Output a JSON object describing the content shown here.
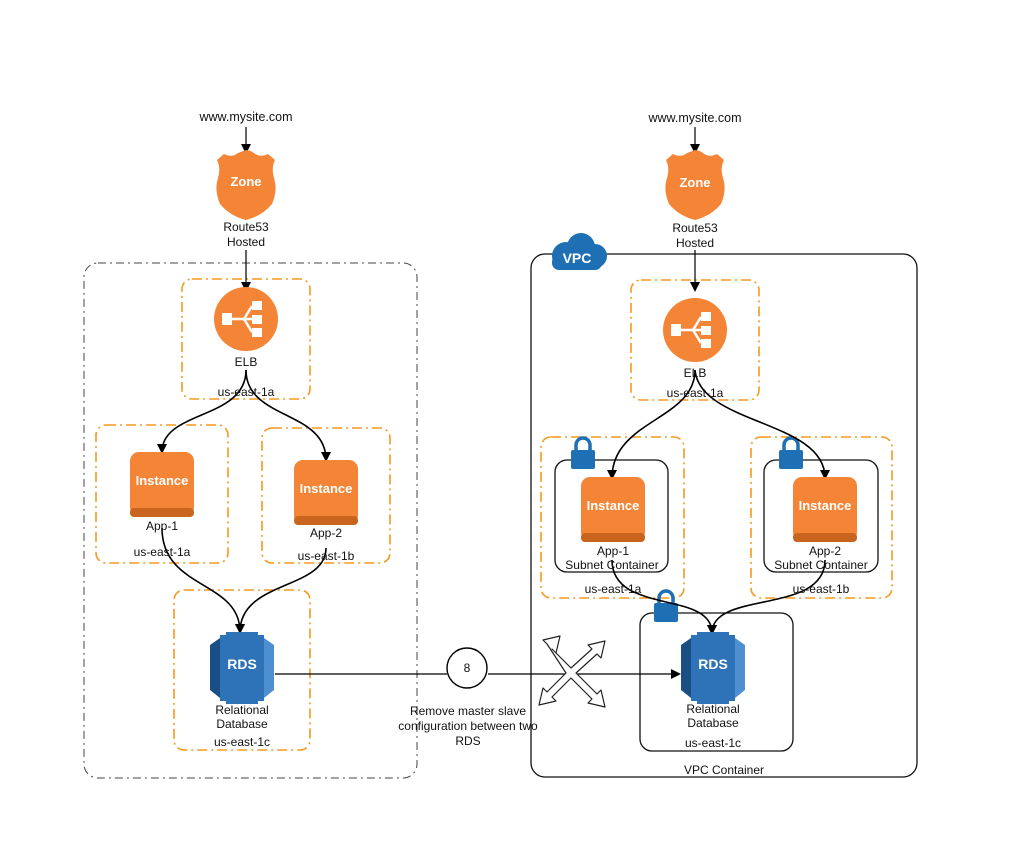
{
  "left": {
    "domain": "www.mysite.com",
    "zone_icon_text": "Zone",
    "route53_line1": "Route53",
    "route53_line2": "Hosted",
    "elb_label": "ELB",
    "elb_az": "us-east-1a",
    "app1_icon_text": "Instance",
    "app1_label": "App-1",
    "app1_az": "us-east-1a",
    "app2_icon_text": "Instance",
    "app2_label": "App-2",
    "app2_az": "us-east-1b",
    "rds_icon_text": "RDS",
    "rds_line1": "Relational",
    "rds_line2": "Database",
    "rds_az": "us-east-1c"
  },
  "right": {
    "domain": "www.mysite.com",
    "zone_icon_text": "Zone",
    "route53_line1": "Route53",
    "route53_line2": "Hosted",
    "vpc_badge": "VPC",
    "vpc_label": "VPC Container",
    "elb_label": "ELB",
    "elb_az": "us-east-1a",
    "app1_icon_text": "Instance",
    "app1_label": "App-1",
    "app1_subnet": "Subnet Container",
    "app1_az": "us-east-1a",
    "app2_icon_text": "Instance",
    "app2_label": "App-2",
    "app2_subnet": "Subnet Container",
    "app2_az": "us-east-1b",
    "rds_icon_text": "RDS",
    "rds_line1": "Relational",
    "rds_line2": "Database",
    "rds_az": "us-east-1c"
  },
  "step": {
    "number": "8",
    "note_line1": "Remove master slave",
    "note_line2": "configuration between two",
    "note_line3": "RDS"
  },
  "colors": {
    "aws_orange": "#f58536",
    "az_border": "#f7981d",
    "rds_blue": "#2e73b8",
    "vpc_blue": "#1f6fb5",
    "lock_blue": "#1f6fb5"
  }
}
